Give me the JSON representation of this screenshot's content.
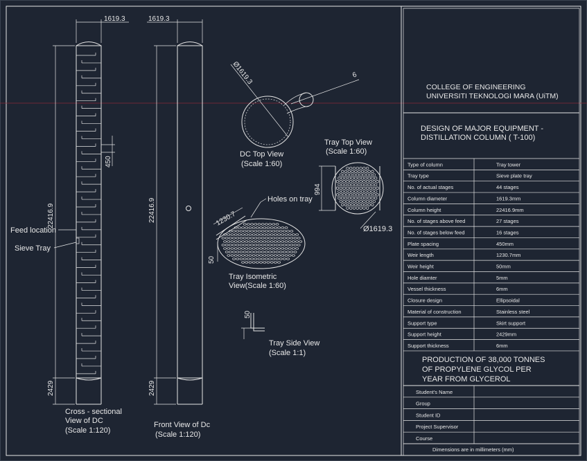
{
  "drawing": {
    "dc_width_dim_1": "1619.3",
    "dc_width_dim_2": "1619.3",
    "height_dim_1": "22416.9",
    "height_dim_2": "22416.9",
    "support_dim_1": "2429",
    "support_dim_2": "2429",
    "spacing_dim": "450",
    "feed_location": "Feed location",
    "sieve_tray": "Sieve Tray",
    "cross_section_caption": [
      "Cross - sectional",
      "View of DC",
      "(Scale 1:120)"
    ],
    "front_view_caption": [
      "Front View of Dc",
      "(Scale 1:120)"
    ],
    "top_view_dia": "Ø1619.3",
    "top_view_small": "6",
    "top_view_caption": [
      "DC Top View",
      "(Scale 1:60)"
    ],
    "tray_top_caption": [
      "Tray Top View",
      "(Scale 1:60)"
    ],
    "tray_top_dim": "994",
    "tray_top_dia": "Ø1619.3",
    "holes_on_tray": "Holes on tray",
    "weir_length": "1230.7",
    "weir_height": "50",
    "iso_caption": [
      "Tray Isometric",
      "View(Scale 1:60)"
    ],
    "side_dim": "50",
    "side_caption": [
      "Tray Side View",
      "(Scale 1:1)"
    ]
  },
  "title_block": {
    "college": [
      "COLLEGE OF ENGINEERING",
      "UNIVERSITI TEKNOLOGI MARA (UiTM)"
    ],
    "design_title": [
      "DESIGN OF MAJOR EQUIPMENT -",
      "DISTILLATION COLUMN ( T-100)"
    ],
    "specs": [
      {
        "label": "Type of column",
        "value": "Tray tower"
      },
      {
        "label": "Tray type",
        "value": "Sieve plate tray"
      },
      {
        "label": "No. of actual stages",
        "value": "44 stages"
      },
      {
        "label": "Column diameter",
        "value": "1619.3mm"
      },
      {
        "label": "Column height",
        "value": "22416.9mm"
      },
      {
        "label": "No. of stages above feed",
        "value": "27 stages"
      },
      {
        "label": "No. of stages below feed",
        "value": "16 stages"
      },
      {
        "label": "Plate spacing",
        "value": "450mm"
      },
      {
        "label": "Weir length",
        "value": "1230.7mm"
      },
      {
        "label": "Weir height",
        "value": "50mm"
      },
      {
        "label": "Hole diamter",
        "value": "5mm"
      },
      {
        "label": "Vessel thickness",
        "value": "6mm"
      },
      {
        "label": "Closure design",
        "value": "Ellipsoidal"
      },
      {
        "label": "Material of construction",
        "value": "Stainless steel"
      },
      {
        "label": "Support type",
        "value": "Skirt support"
      },
      {
        "label": "Support height",
        "value": "2429mm"
      },
      {
        "label": "Support thickness",
        "value": "6mm"
      }
    ],
    "production": [
      "PRODUCTION OF 38,000 TONNES",
      "OF PROPYLENE GLYCOL PER",
      "YEAR FROM GLYCEROL"
    ],
    "student_rows": [
      "Student's Name",
      "Group",
      "Student ID",
      "Project Supervisor",
      "Course"
    ],
    "footer": "Dimensions are in millimeters (mm)"
  }
}
